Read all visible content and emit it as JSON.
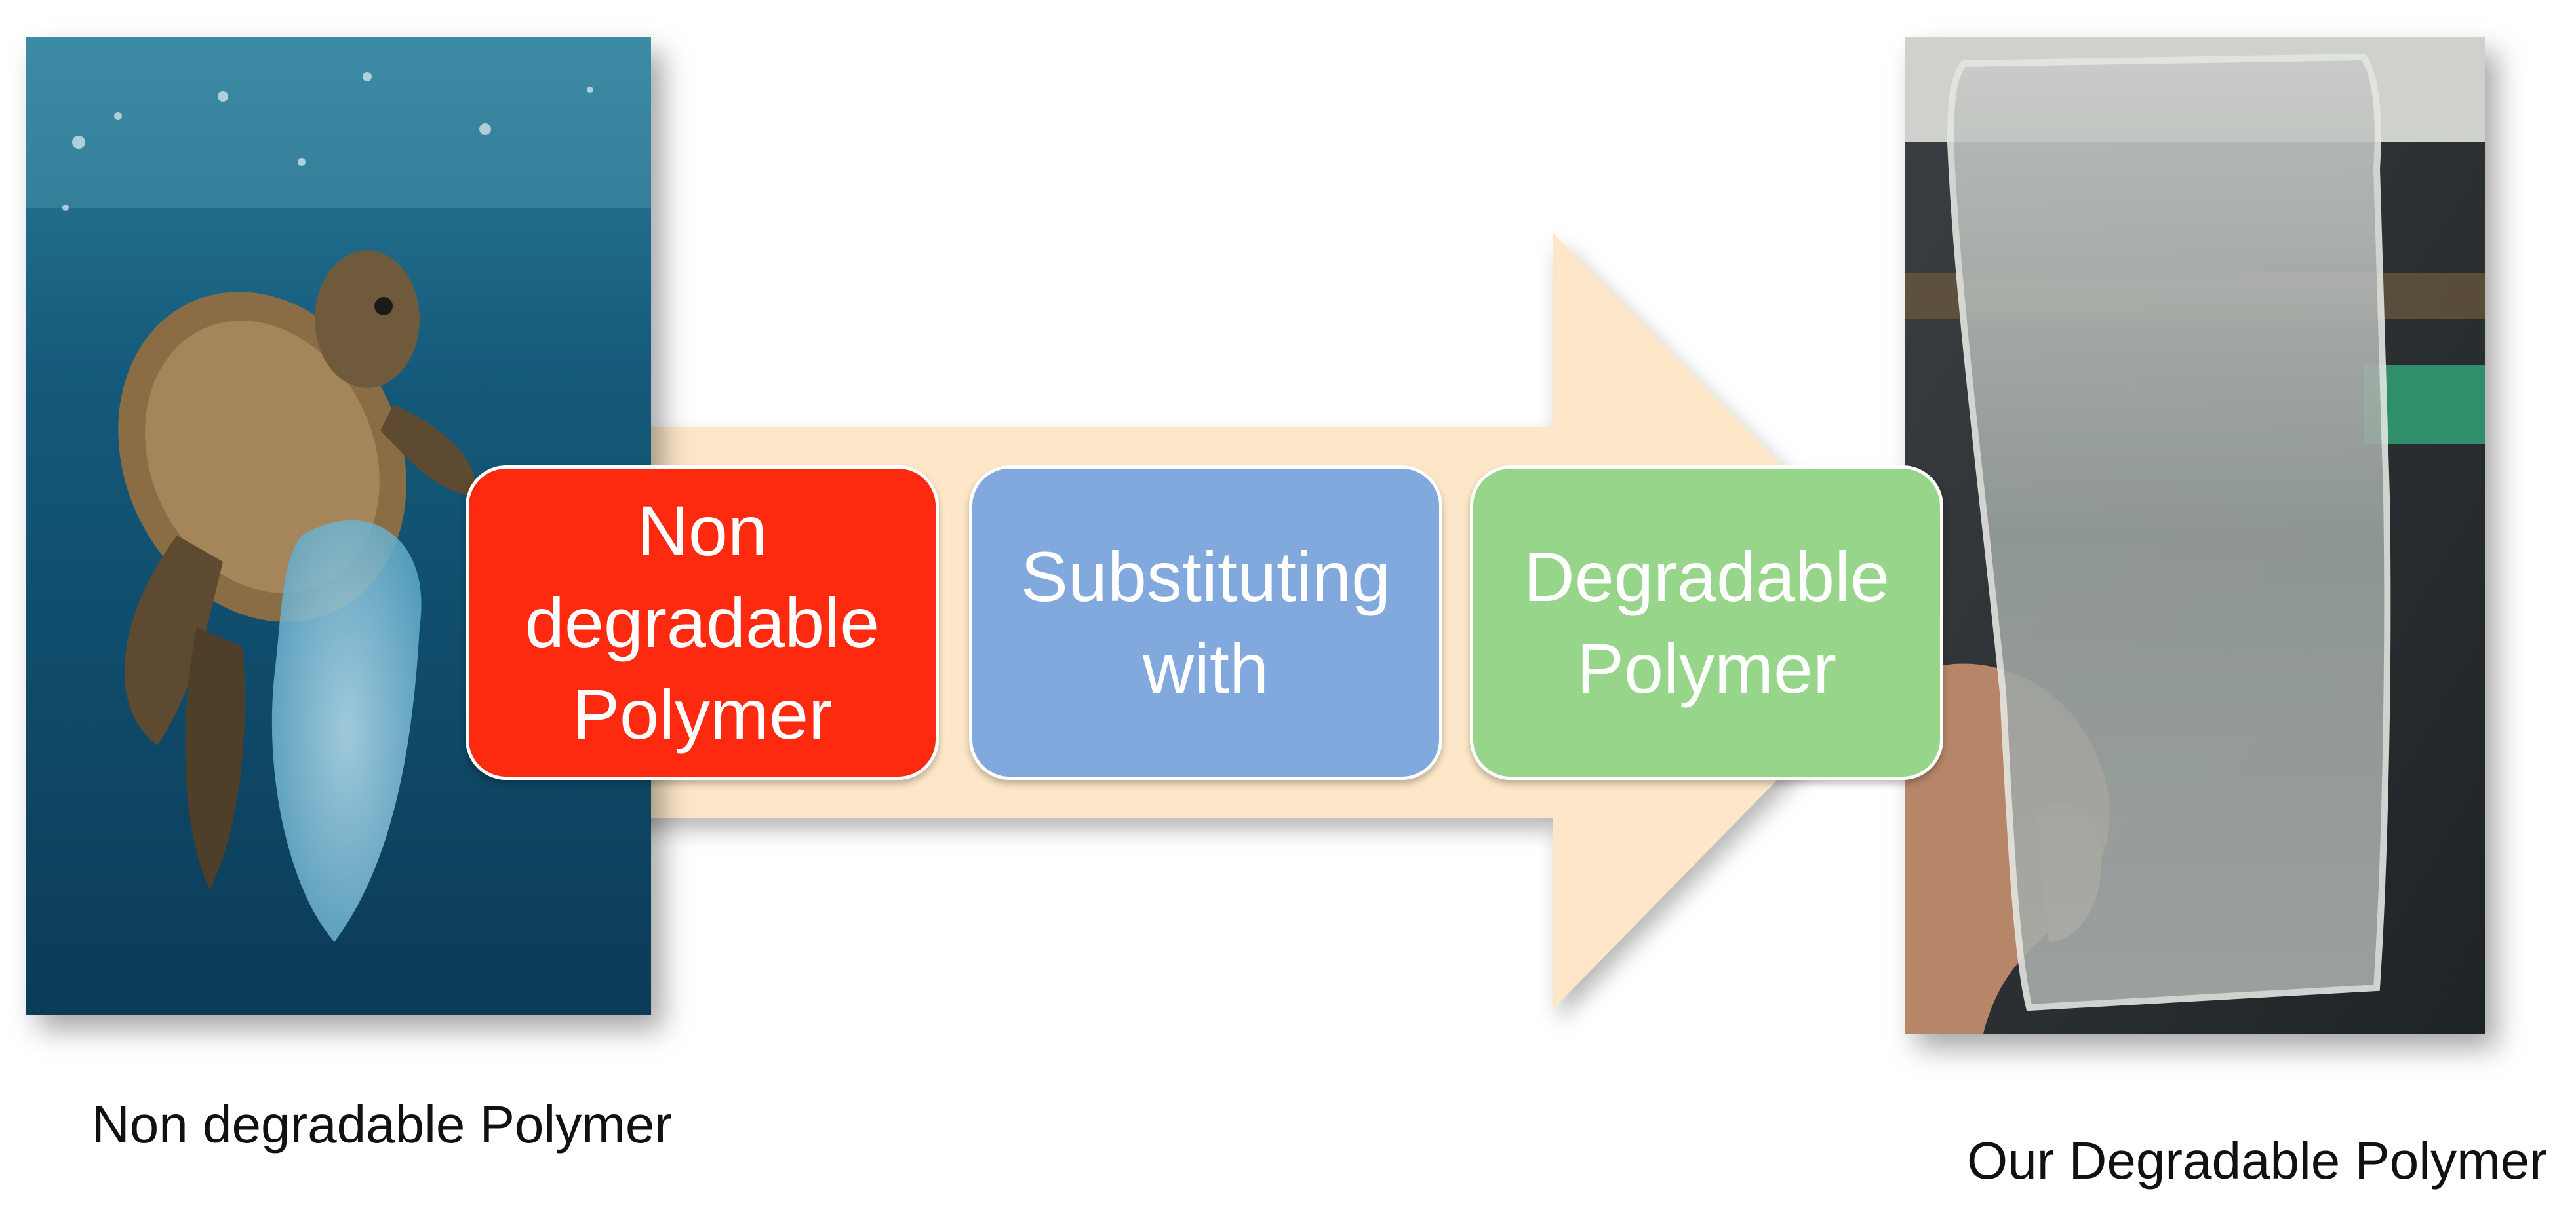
{
  "flow": {
    "steps": [
      {
        "label": "Non degradable Polymer",
        "color": "#fe2a10"
      },
      {
        "label": "Substituting with",
        "color": "#82a9dd"
      },
      {
        "label": "Degradable Polymer",
        "color": "#97d58a"
      }
    ],
    "arrow_color": "#fde7c8"
  },
  "captions": {
    "left": "Non degradable Polymer",
    "right": "Our Degradable Polymer"
  },
  "photos": {
    "left": {
      "subject": "sea turtle beside plastic bag underwater"
    },
    "right": {
      "subject": "hand holding translucent polymer film"
    }
  }
}
